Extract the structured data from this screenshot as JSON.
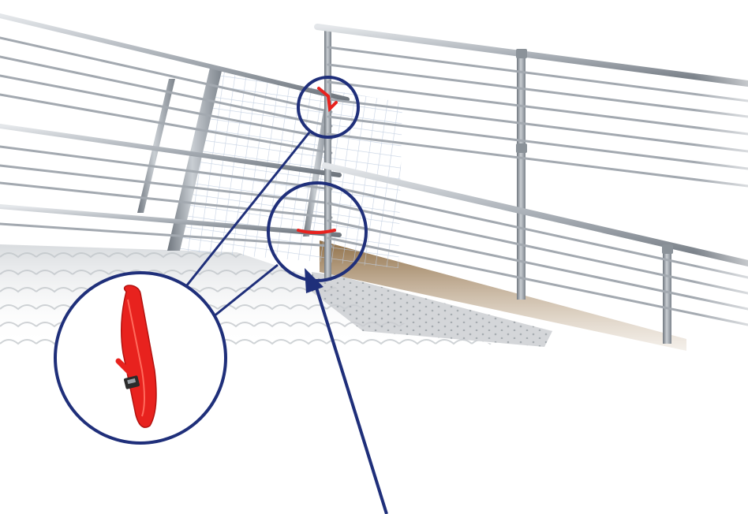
{
  "diagram": {
    "subject": "roof-edge-guardrail-with-safety-net",
    "callouts": [
      {
        "id": "upper-strap-callout",
        "target": "net-strap-top"
      },
      {
        "id": "lower-strap-callout",
        "target": "net-strap-bottom"
      }
    ],
    "detail": {
      "id": "strap-detail-magnifier",
      "shows": "red-tie-strap-with-buckle"
    },
    "colors": {
      "callout_outline": "#1f2f7a",
      "strap": "#e8221e",
      "rail": "#a9afb6",
      "rail_dark": "#7c838b",
      "net": "#c7d3e3",
      "toe_board": "#8a6b45",
      "roof": "#d7dadd",
      "background": "#ffffff"
    }
  }
}
